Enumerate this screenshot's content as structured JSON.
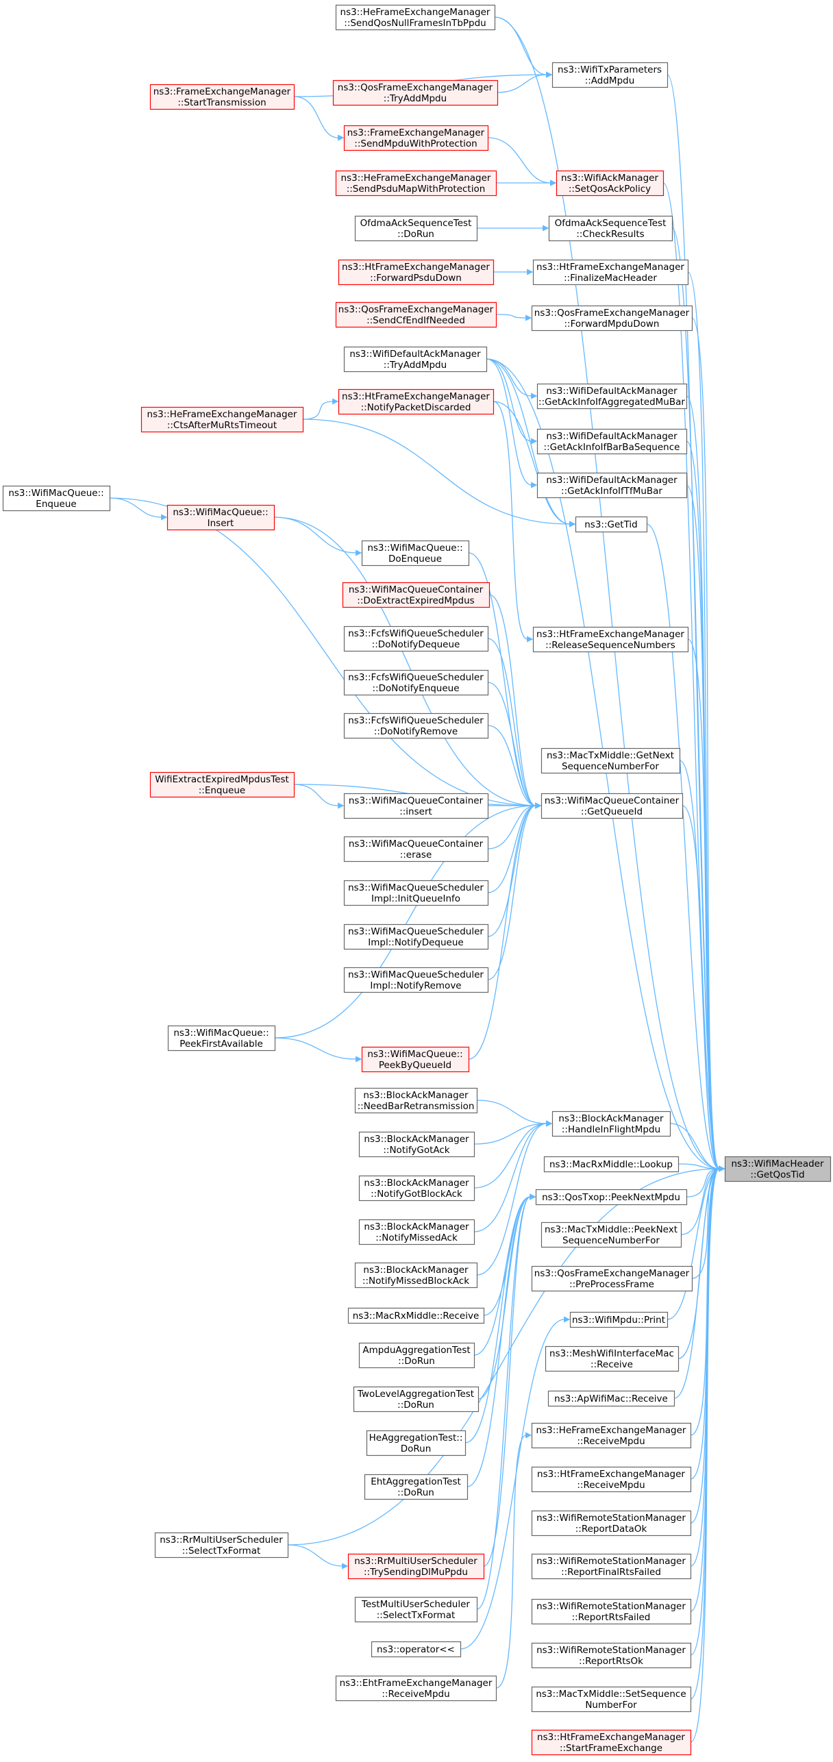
{
  "colors": {
    "edge": "#63b8ff",
    "border_normal": "#666666",
    "border_red": "#ff0000",
    "fill_normal": "#ffffff",
    "fill_red": "#fff0f0",
    "fill_target": "#bfbfbf"
  },
  "nodes": [
    {
      "id": "getqostid",
      "lines": [
        "ns3::WifiMacHeader",
        "::GetQosTid"
      ],
      "style": "target"
    },
    {
      "id": "sendqosnull",
      "lines": [
        "ns3::HeFrameExchangeManager",
        "::SendQosNullFramesInTbPpdu"
      ],
      "style": "normal"
    },
    {
      "id": "addmpdu",
      "lines": [
        "ns3::WifiTxParameters",
        "::AddMpdu"
      ],
      "style": "normal"
    },
    {
      "id": "starttx",
      "lines": [
        "ns3::FrameExchangeManager",
        "::StartTransmission"
      ],
      "style": "red"
    },
    {
      "id": "tryaddmpdu_q",
      "lines": [
        "ns3::QosFrameExchangeManager",
        "::TryAddMpdu"
      ],
      "style": "red"
    },
    {
      "id": "sendmpduprot",
      "lines": [
        "ns3::FrameExchangeManager",
        "::SendMpduWithProtection"
      ],
      "style": "red"
    },
    {
      "id": "setqosack",
      "lines": [
        "ns3::WifiAckManager",
        "::SetQosAckPolicy"
      ],
      "style": "red"
    },
    {
      "id": "sendpsdumap",
      "lines": [
        "ns3::HeFrameExchangeManager",
        "::SendPsduMapWithProtection"
      ],
      "style": "red"
    },
    {
      "id": "ofdmadorun",
      "lines": [
        "OfdmaAckSequenceTest",
        "::DoRun"
      ],
      "style": "normal"
    },
    {
      "id": "ofdmacheck",
      "lines": [
        "OfdmaAckSequenceTest",
        "::CheckResults"
      ],
      "style": "normal"
    },
    {
      "id": "fwdpsdu",
      "lines": [
        "ns3::HtFrameExchangeManager",
        "::ForwardPsduDown"
      ],
      "style": "red"
    },
    {
      "id": "finalize",
      "lines": [
        "ns3::HtFrameExchangeManager",
        "::FinalizeMacHeader"
      ],
      "style": "normal"
    },
    {
      "id": "sendcf",
      "lines": [
        "ns3::QosFrameExchangeManager",
        "::SendCfEndIfNeeded"
      ],
      "style": "red"
    },
    {
      "id": "fwdmpdu",
      "lines": [
        "ns3::QosFrameExchangeManager",
        "::ForwardMpduDown"
      ],
      "style": "normal"
    },
    {
      "id": "dflt_tryadd",
      "lines": [
        "ns3::WifiDefaultAckManager",
        "::TryAddMpdu"
      ],
      "style": "normal"
    },
    {
      "id": "getackagg",
      "lines": [
        "ns3::WifiDefaultAckManager",
        "::GetAckInfoIfAggregatedMuBar"
      ],
      "style": "normal"
    },
    {
      "id": "ctsafter",
      "lines": [
        "ns3::HeFrameExchangeManager",
        "::CtsAfterMuRtsTimeout"
      ],
      "style": "red"
    },
    {
      "id": "notifydisc",
      "lines": [
        "ns3::HtFrameExchangeManager",
        "::NotifyPacketDiscarded"
      ],
      "style": "red"
    },
    {
      "id": "getackbar",
      "lines": [
        "ns3::WifiDefaultAckManager",
        "::GetAckInfoIfBarBaSequence"
      ],
      "style": "normal"
    },
    {
      "id": "getacktf",
      "lines": [
        "ns3::WifiDefaultAckManager",
        "::GetAckInfoIfTfMuBar"
      ],
      "style": "normal"
    },
    {
      "id": "enqueue",
      "lines": [
        "ns3::WifiMacQueue::",
        "Enqueue"
      ],
      "style": "normal"
    },
    {
      "id": "insert",
      "lines": [
        "ns3::WifiMacQueue::",
        "Insert"
      ],
      "style": "red"
    },
    {
      "id": "gettid",
      "lines": [
        "ns3::GetTid"
      ],
      "style": "normal"
    },
    {
      "id": "doenqueue",
      "lines": [
        "ns3::WifiMacQueue::",
        "DoEnqueue"
      ],
      "style": "normal"
    },
    {
      "id": "doextract",
      "lines": [
        "ns3::WifiMacQueueContainer",
        "::DoExtractExpiredMpdus"
      ],
      "style": "red"
    },
    {
      "id": "fcfs_deq",
      "lines": [
        "ns3::FcfsWifiQueueScheduler",
        "::DoNotifyDequeue"
      ],
      "style": "normal"
    },
    {
      "id": "releaseseq",
      "lines": [
        "ns3::HtFrameExchangeManager",
        "::ReleaseSequenceNumbers"
      ],
      "style": "normal"
    },
    {
      "id": "fcfs_enq",
      "lines": [
        "ns3::FcfsWifiQueueScheduler",
        "::DoNotifyEnqueue"
      ],
      "style": "normal"
    },
    {
      "id": "fcfs_rem",
      "lines": [
        "ns3::FcfsWifiQueueScheduler",
        "::DoNotifyRemove"
      ],
      "style": "normal"
    },
    {
      "id": "getnextseq",
      "lines": [
        "ns3::MacTxMiddle::GetNext",
        "SequenceNumberFor"
      ],
      "style": "normal"
    },
    {
      "id": "extracttest",
      "lines": [
        "WifiExtractExpiredMpdusTest",
        "::Enqueue"
      ],
      "style": "red"
    },
    {
      "id": "contins",
      "lines": [
        "ns3::WifiMacQueueContainer",
        "::insert"
      ],
      "style": "normal"
    },
    {
      "id": "getqueueid",
      "lines": [
        "ns3::WifiMacQueueContainer",
        "::GetQueueId"
      ],
      "style": "normal"
    },
    {
      "id": "conterase",
      "lines": [
        "ns3::WifiMacQueueContainer",
        "::erase"
      ],
      "style": "normal"
    },
    {
      "id": "initqinfo",
      "lines": [
        "ns3::WifiMacQueueScheduler",
        "Impl::InitQueueInfo"
      ],
      "style": "normal"
    },
    {
      "id": "impl_deq",
      "lines": [
        "ns3::WifiMacQueueScheduler",
        "Impl::NotifyDequeue"
      ],
      "style": "normal"
    },
    {
      "id": "impl_rem",
      "lines": [
        "ns3::WifiMacQueueScheduler",
        "Impl::NotifyRemove"
      ],
      "style": "normal"
    },
    {
      "id": "peekfirst",
      "lines": [
        "ns3::WifiMacQueue::",
        "PeekFirstAvailable"
      ],
      "style": "normal"
    },
    {
      "id": "peekbyq",
      "lines": [
        "ns3::WifiMacQueue::",
        "PeekByQueueId"
      ],
      "style": "red"
    },
    {
      "id": "needbar",
      "lines": [
        "ns3::BlockAckManager",
        "::NeedBarRetransmission"
      ],
      "style": "normal"
    },
    {
      "id": "handleinflight",
      "lines": [
        "ns3::BlockAckManager",
        "::HandleInFlightMpdu"
      ],
      "style": "normal"
    },
    {
      "id": "gotack",
      "lines": [
        "ns3::BlockAckManager",
        "::NotifyGotAck"
      ],
      "style": "normal"
    },
    {
      "id": "lookup",
      "lines": [
        "ns3::MacRxMiddle::Lookup"
      ],
      "style": "normal"
    },
    {
      "id": "gotblockack",
      "lines": [
        "ns3::BlockAckManager",
        "::NotifyGotBlockAck"
      ],
      "style": "normal"
    },
    {
      "id": "peeknext",
      "lines": [
        "ns3::QosTxop::PeekNextMpdu"
      ],
      "style": "normal"
    },
    {
      "id": "missedack",
      "lines": [
        "ns3::BlockAckManager",
        "::NotifyMissedAck"
      ],
      "style": "normal"
    },
    {
      "id": "peeknextseq",
      "lines": [
        "ns3::MacTxMiddle::PeekNext",
        "SequenceNumberFor"
      ],
      "style": "normal"
    },
    {
      "id": "missedblockack",
      "lines": [
        "ns3::BlockAckManager",
        "::NotifyMissedBlockAck"
      ],
      "style": "normal"
    },
    {
      "id": "preprocess",
      "lines": [
        "ns3::QosFrameExchangeManager",
        "::PreProcessFrame"
      ],
      "style": "normal"
    },
    {
      "id": "rxreceive",
      "lines": [
        "ns3::MacRxMiddle::Receive"
      ],
      "style": "normal"
    },
    {
      "id": "print",
      "lines": [
        "ns3::WifiMpdu::Print"
      ],
      "style": "normal"
    },
    {
      "id": "ampdu",
      "lines": [
        "AmpduAggregationTest",
        "::DoRun"
      ],
      "style": "normal"
    },
    {
      "id": "meshrecv",
      "lines": [
        "ns3::MeshWifiInterfaceMac",
        "::Receive"
      ],
      "style": "normal"
    },
    {
      "id": "twolevel",
      "lines": [
        "TwoLevelAggregationTest",
        "::DoRun"
      ],
      "style": "normal"
    },
    {
      "id": "aprecv",
      "lines": [
        "ns3::ApWifiMac::Receive"
      ],
      "style": "normal"
    },
    {
      "id": "heagg",
      "lines": [
        "HeAggregationTest::",
        "DoRun"
      ],
      "style": "normal"
    },
    {
      "id": "herecv",
      "lines": [
        "ns3::HeFrameExchangeManager",
        "::ReceiveMpdu"
      ],
      "style": "normal"
    },
    {
      "id": "ehtagg",
      "lines": [
        "EhtAggregationTest",
        "::DoRun"
      ],
      "style": "normal"
    },
    {
      "id": "htrecv",
      "lines": [
        "ns3::HtFrameExchangeManager",
        "::ReceiveMpdu"
      ],
      "style": "normal"
    },
    {
      "id": "rrselect",
      "lines": [
        "ns3::RrMultiUserScheduler",
        "::SelectTxFormat"
      ],
      "style": "normal"
    },
    {
      "id": "rrtrysend",
      "lines": [
        "ns3::RrMultiUserScheduler",
        "::TrySendingDlMuPpdu"
      ],
      "style": "red"
    },
    {
      "id": "reportdata",
      "lines": [
        "ns3::WifiRemoteStationManager",
        "::ReportDataOk"
      ],
      "style": "normal"
    },
    {
      "id": "testmu",
      "lines": [
        "TestMultiUserScheduler",
        "::SelectTxFormat"
      ],
      "style": "normal"
    },
    {
      "id": "reportfinal",
      "lines": [
        "ns3::WifiRemoteStationManager",
        "::ReportFinalRtsFailed"
      ],
      "style": "normal"
    },
    {
      "id": "oplt",
      "lines": [
        "ns3::operator<<"
      ],
      "style": "normal"
    },
    {
      "id": "reportrtsfail",
      "lines": [
        "ns3::WifiRemoteStationManager",
        "::ReportRtsFailed"
      ],
      "style": "normal"
    },
    {
      "id": "ehtrecv",
      "lines": [
        "ns3::EhtFrameExchangeManager",
        "::ReceiveMpdu"
      ],
      "style": "normal"
    },
    {
      "id": "reportrtsok",
      "lines": [
        "ns3::WifiRemoteStationManager",
        "::ReportRtsOk"
      ],
      "style": "normal"
    },
    {
      "id": "setseq",
      "lines": [
        "ns3::MacTxMiddle::SetSequence",
        "NumberFor"
      ],
      "style": "normal"
    },
    {
      "id": "startframe",
      "lines": [
        "ns3::HtFrameExchangeManager",
        "::StartFrameExchange"
      ],
      "style": "red"
    }
  ]
}
